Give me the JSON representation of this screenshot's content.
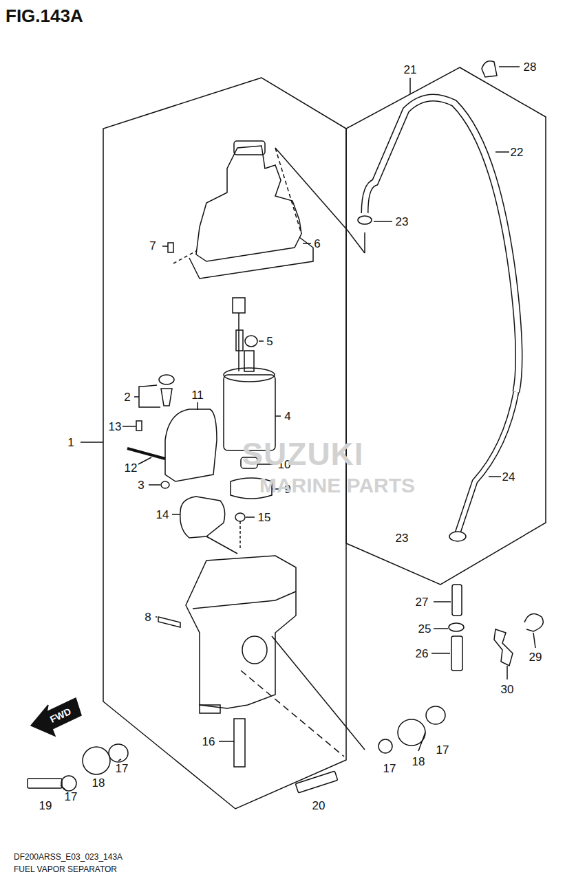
{
  "diagram": {
    "title": "FIG.143A",
    "caption": "FUEL VAPOR SEPARATOR",
    "labels": [
      "1",
      "2",
      "3",
      "4",
      "5",
      "6",
      "7",
      "8",
      "9",
      "10",
      "11",
      "12",
      "13",
      "14",
      "15",
      "16",
      "17",
      "17",
      "17",
      "17",
      "18",
      "18",
      "19",
      "20",
      "21",
      "22",
      "23",
      "23",
      "24",
      "25",
      "26",
      "27",
      "28",
      "29",
      "30",
      "FWD",
      "SUZUKI",
      "MARINE PARTS",
      "DF200ARSS_E03_023_143A"
    ]
  }
}
